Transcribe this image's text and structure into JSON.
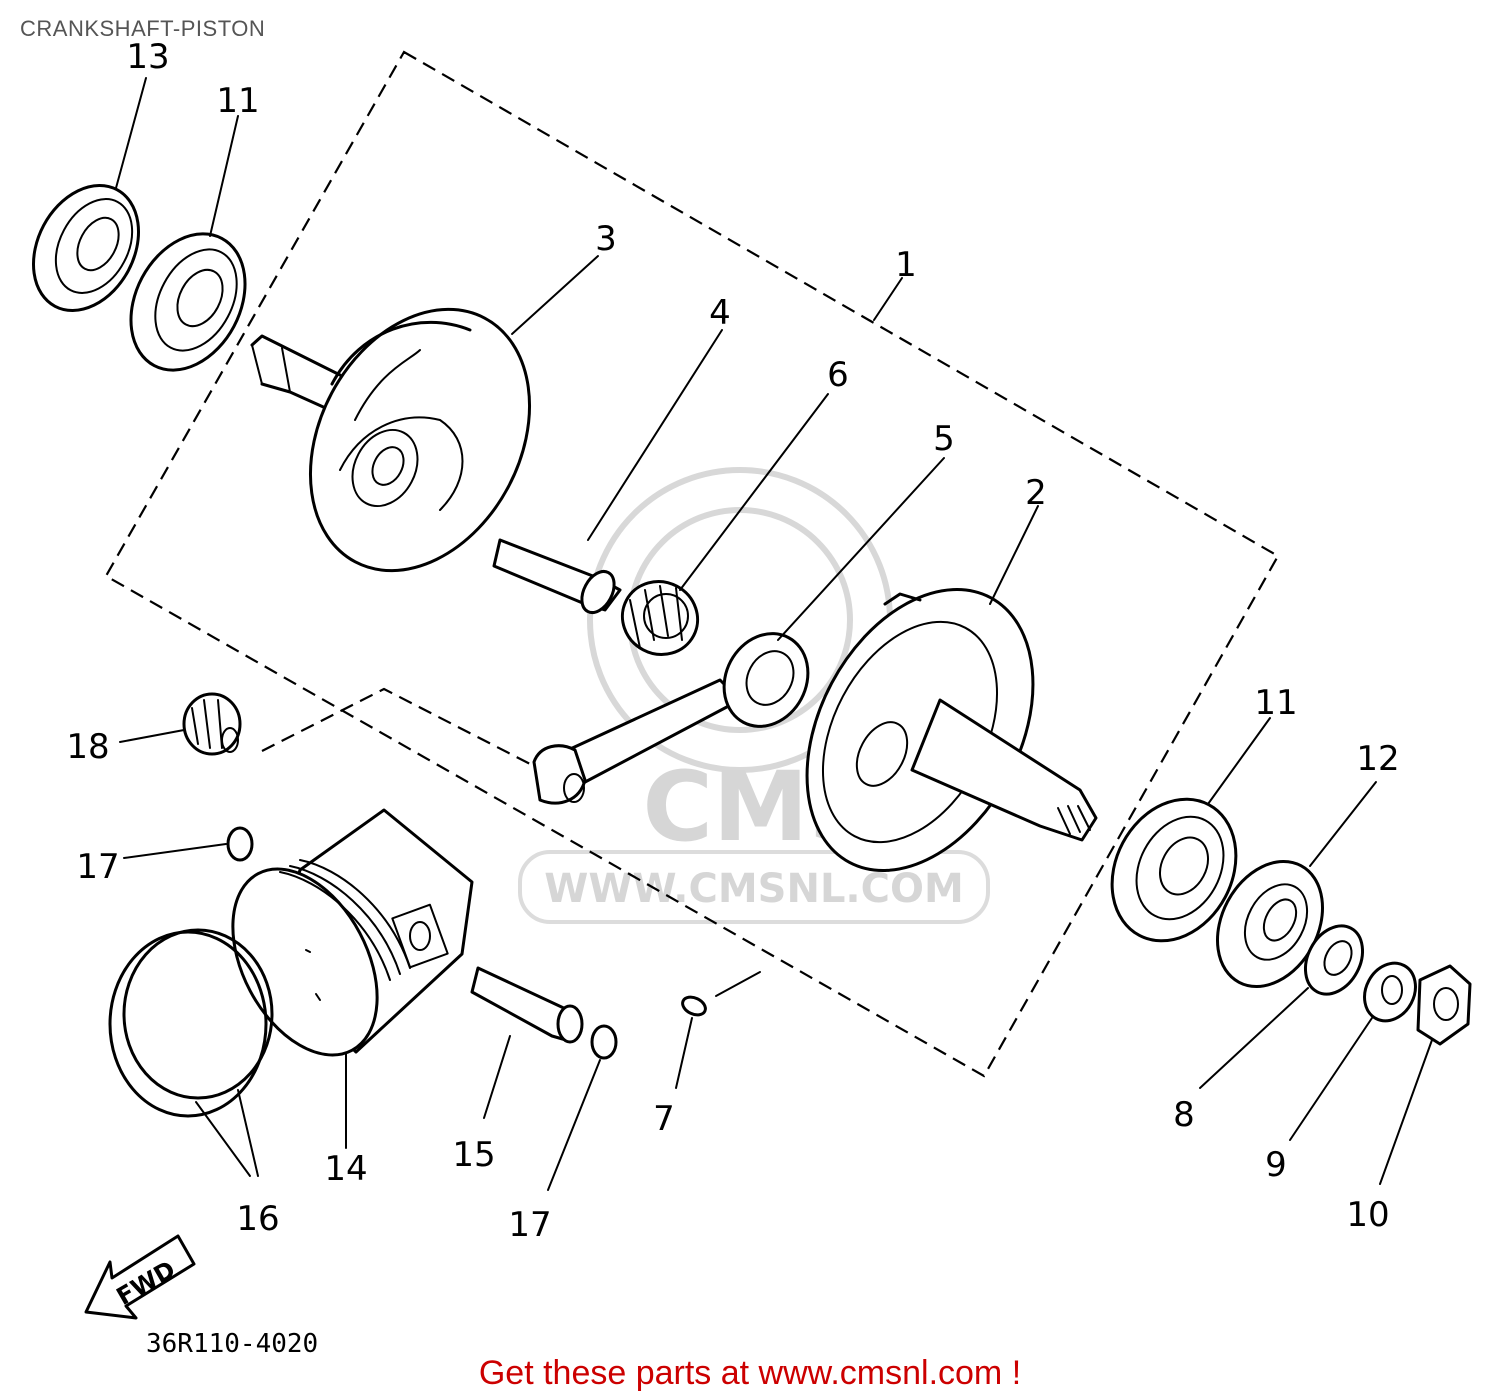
{
  "header": {
    "title": "CRANKSHAFT-PISTON"
  },
  "diagram": {
    "part_labels": {
      "p1": "1",
      "p2": "2",
      "p3": "3",
      "p4": "4",
      "p5": "5",
      "p6": "6",
      "p7": "7",
      "p8": "8",
      "p9": "9",
      "p10": "10",
      "p11a": "11",
      "p11b": "11",
      "p12": "12",
      "p13": "13",
      "p14": "14",
      "p15": "15",
      "p16": "16",
      "p17a": "17",
      "p17b": "17",
      "p18": "18"
    },
    "direction_arrow": "FWD",
    "drawing_code": "36R110-4020",
    "watermark": {
      "logo": "CMS",
      "url": "WWW.CMSNL.COM"
    }
  },
  "footer": {
    "link_text": "Get these parts at www.cmsnl.com !",
    "link_color": "#cc0000"
  }
}
